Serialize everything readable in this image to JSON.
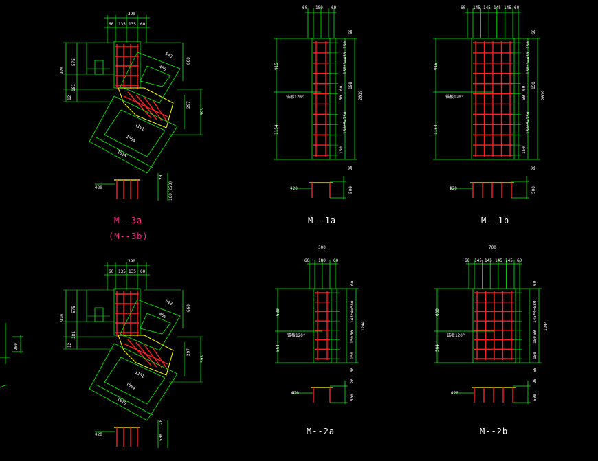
{
  "colors": {
    "background": "#000000",
    "dimension_line": "#00ff00",
    "rebar": "#ff2020",
    "outline": "#ffff00",
    "text": "#ffffff",
    "title_magenta": "#ff2a8a",
    "title_white": "#ffffff"
  },
  "drawings": {
    "m3a": {
      "title": "M--3a",
      "subtitle": "(M--3b)",
      "top_total": "390",
      "top_dims": [
        "60",
        "135",
        "135",
        "60"
      ],
      "left_dims": [
        "920",
        "575",
        "181",
        "12"
      ],
      "right_dims": [
        "660",
        "297",
        "595"
      ],
      "incline_dims": [
        "543",
        "480",
        "1101",
        "1664",
        "1818"
      ],
      "bar_label": "Φ20",
      "plate_dims": [
        "20",
        "100(250)"
      ]
    },
    "m1a": {
      "title": "M--1a",
      "top_dims": [
        "60",
        "180",
        "60"
      ],
      "left_dims": [
        "915",
        "1154"
      ],
      "right_dims": [
        "60",
        "150",
        "150*3=450",
        "60",
        "150",
        "50",
        "150*5=750",
        "150",
        "2019"
      ],
      "anchor_label": "锚板120°",
      "bar_label": "Φ20",
      "plate_dims": [
        "500",
        "20"
      ]
    },
    "m1b": {
      "title": "M--1b",
      "top_dims": [
        "60",
        "145",
        "145",
        "145",
        "145",
        "60"
      ],
      "left_dims": [
        "915",
        "1154"
      ],
      "right_dims": [
        "60",
        "150",
        "150*3=450",
        "60",
        "150",
        "50",
        "150*5=750",
        "150",
        "2019"
      ],
      "anchor_label": "锚板120°",
      "bar_label": "Φ20",
      "plate_dims": [
        "500",
        "20"
      ]
    },
    "m3b": {
      "top_total": "390",
      "top_dims": [
        "60",
        "135",
        "135",
        "60"
      ],
      "left_dims": [
        "920",
        "575",
        "181",
        "12"
      ],
      "right_dims": [
        "660",
        "297",
        "595"
      ],
      "incline_dims": [
        "543",
        "480",
        "1101",
        "1664",
        "1818"
      ],
      "side_dim": "200",
      "bar_label": "Φ20",
      "plate_dims": [
        "500",
        "20"
      ]
    },
    "m2a": {
      "title": "M--2a",
      "top_total": "300",
      "top_dims": [
        "60",
        "180",
        "60"
      ],
      "left_dims": [
        "680",
        "564"
      ],
      "right_dims": [
        "60",
        "145*4=580",
        "50",
        "150",
        "150",
        "50",
        "1244"
      ],
      "anchor_label": "锚板120°",
      "bar_label": "Φ20",
      "plate_dims": [
        "500",
        "20"
      ]
    },
    "m2b": {
      "title": "M--2b",
      "top_total": "700",
      "top_dims": [
        "60",
        "145",
        "145",
        "145",
        "145",
        "60"
      ],
      "left_dims": [
        "680",
        "564"
      ],
      "right_dims": [
        "60",
        "145*4=580",
        "50",
        "150",
        "150",
        "50",
        "1244"
      ],
      "anchor_label": "锚板120°",
      "bar_label": "Φ20",
      "plate_dims": [
        "500",
        "20"
      ]
    }
  }
}
